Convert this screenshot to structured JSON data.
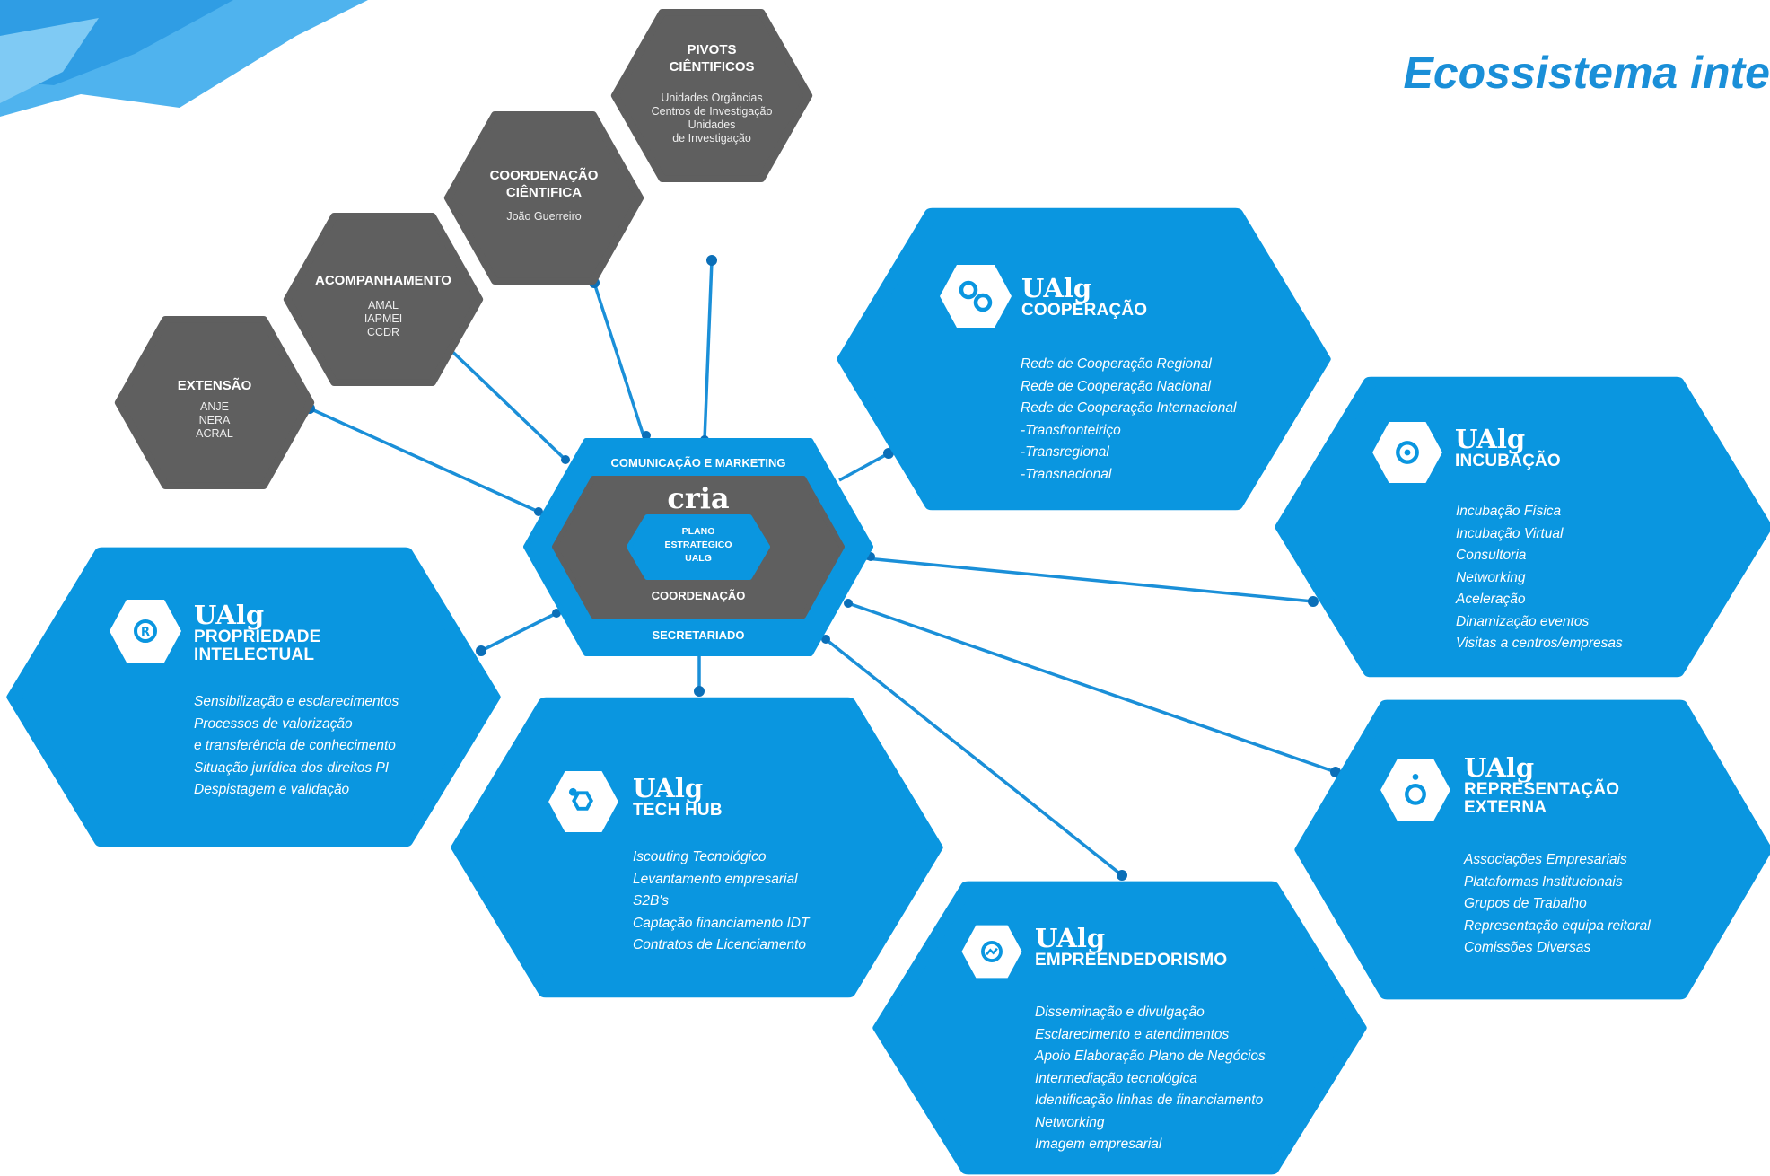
{
  "heading": "Ecossistema inte",
  "colors": {
    "blue": "#0a96e0",
    "dark_blue": "#0b80c8",
    "gray": "#5f5f5f",
    "heading": "#1a8fd8"
  },
  "center": {
    "top_label": "COMUNICAÇÃO E MARKETING",
    "logo": "cria",
    "plan_lines": [
      "PLANO",
      "ESTRATÉGICO",
      "UALG"
    ],
    "middle_label": "COORDENAÇÃO",
    "bottom_label": "SECRETARIADO"
  },
  "gray_nodes": [
    {
      "title": [
        "EXTENSÃO"
      ],
      "items": [
        "ANJE",
        "NERA",
        "ACRAL"
      ]
    },
    {
      "title": [
        "ACOMPANHAMENTO"
      ],
      "items": [
        "AMAL",
        "IAPMEI",
        "CCDR"
      ]
    },
    {
      "title": [
        "COORDENAÇÃO",
        "CIÊNTIFICA"
      ],
      "items": [
        "João Guerreiro"
      ]
    },
    {
      "title": [
        "PIVOTS",
        "CIÊNTIFICOS"
      ],
      "items": [
        "Unidades Orgãncias",
        "Centros de Investigação",
        "Unidades",
        "de Investigação"
      ]
    }
  ],
  "blue_nodes": [
    {
      "brand": "UAlg",
      "subtitle": [
        "COOPERAÇÃO"
      ],
      "icon": "link-circles-icon",
      "items": [
        "Rede de Cooperação Regional",
        "Rede de Cooperação Nacional",
        "Rede de Cooperação Internacional",
        "-Transfronteiriço",
        "-Transregional",
        "-Transnacional"
      ]
    },
    {
      "brand": "UAlg",
      "subtitle": [
        "INCUBAÇÃO"
      ],
      "icon": "target-icon",
      "items": [
        "Incubação Física",
        "Incubação Virtual",
        "Consultoria",
        "Networking",
        "Aceleração",
        "Dinamização eventos",
        "Visitas a centros/empresas"
      ]
    },
    {
      "brand": "UAlg",
      "subtitle": [
        "REPRESENTAÇÃO",
        "EXTERNA"
      ],
      "icon": "person-icon",
      "items": [
        "Associações Empresariais",
        "Plataformas Institucionais",
        "Grupos de Trabalho",
        "Representação equipa reitoral",
        "Comissões Diversas"
      ]
    },
    {
      "brand": "UAlg",
      "subtitle": [
        "EMPREENDEDORISMO"
      ],
      "icon": "growth-icon",
      "items": [
        "Disseminação e divulgação",
        "Esclarecimento e atendimentos",
        "Apoio Elaboração Plano de Negócios",
        "Intermediação tecnológica",
        "Identificação linhas de financiamento",
        "Networking",
        "Imagem empresarial"
      ]
    },
    {
      "brand": "UAlg",
      "subtitle": [
        "TECH HUB"
      ],
      "icon": "molecule-icon",
      "items": [
        "Iscouting Tecnológico",
        "Levantamento empresarial",
        "S2B's",
        "Captação financiamento IDT",
        "Contratos de Licenciamento"
      ]
    },
    {
      "brand": "UAlg",
      "subtitle": [
        "PROPRIEDADE",
        "INTELECTUAL"
      ],
      "icon": "registered-icon",
      "items": [
        "Sensibilização e esclarecimentos",
        "Processos de valorização",
        "e transferência de conhecimento",
        "Situação jurídica dos direitos PI",
        "Despistagem e validação"
      ]
    }
  ]
}
